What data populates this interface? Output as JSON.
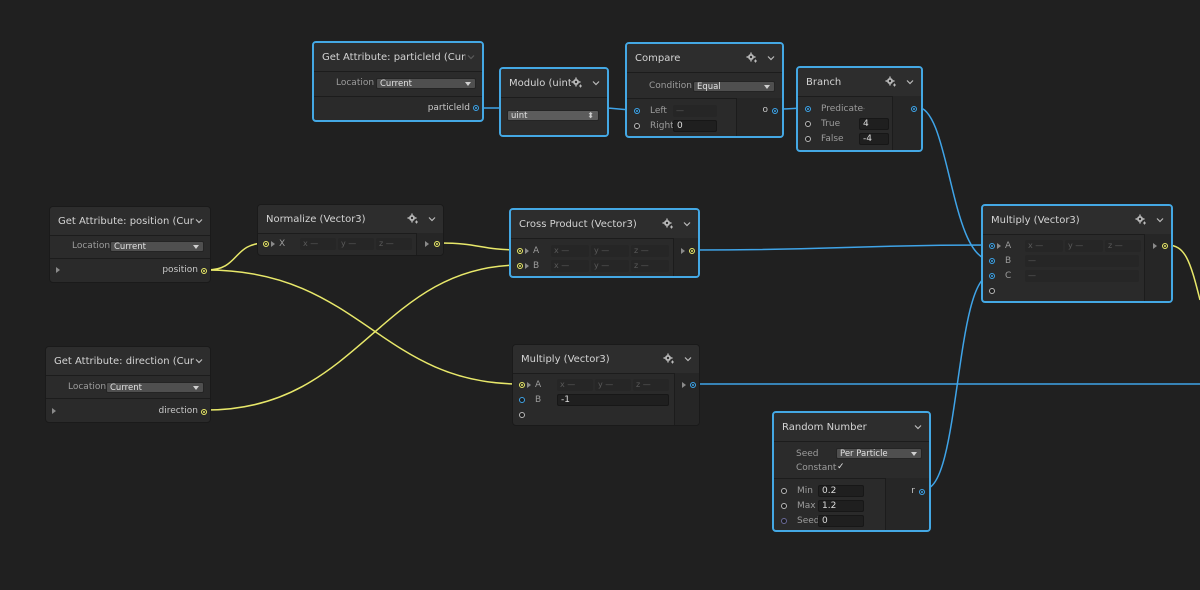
{
  "colors": {
    "background": "#202020",
    "selection": "#44a8e4",
    "vector3_wire": "#e8e86a",
    "float_wire": "#3fa4e8",
    "uint_wire": "#3fa4e8"
  },
  "icons": {
    "settings": "gear-icon",
    "collapse": "chevron-down-icon",
    "expand": "triangle-right-icon"
  },
  "nodes": {
    "get_particle_id": {
      "title": "Get Attribute: particleId (Current)",
      "location_label": "Location",
      "location_value": "Current",
      "output": "particleId"
    },
    "modulo": {
      "title": "Modulo (uint)",
      "type_value": "uint"
    },
    "compare": {
      "title": "Compare",
      "condition_label": "Condition",
      "condition_value": "Equal",
      "left_label": "Left",
      "left_value": "—",
      "right_label": "Right",
      "right_value": "0",
      "output": "o"
    },
    "branch": {
      "title": "Branch",
      "predicate_label": "Predicate",
      "predicate_value": "–",
      "true_label": "True",
      "true_value": "4",
      "false_label": "False",
      "false_value": "-4"
    },
    "get_position": {
      "title": "Get Attribute: position (Current)",
      "location_label": "Location",
      "location_value": "Current",
      "output": "position"
    },
    "normalize": {
      "title": "Normalize (Vector3)",
      "input": "X",
      "x": "x —",
      "y": "y —",
      "z": "z —"
    },
    "cross": {
      "title": "Cross Product (Vector3)",
      "a_label": "A",
      "b_label": "B",
      "x": "x —",
      "y": "y —",
      "z": "z —"
    },
    "multiply_right": {
      "title": "Multiply (Vector3)",
      "a_label": "A",
      "b_label": "B",
      "c_label": "C",
      "x": "x —",
      "y": "y —",
      "z": "z —",
      "b_value": "—",
      "c_value": "—"
    },
    "get_direction": {
      "title": "Get Attribute: direction (Current)",
      "location_label": "Location",
      "location_value": "Current",
      "output": "direction"
    },
    "multiply_mid": {
      "title": "Multiply (Vector3)",
      "a_label": "A",
      "b_label": "B",
      "b_value": "-1",
      "x": "x —",
      "y": "y —",
      "z": "z —"
    },
    "random": {
      "title": "Random Number",
      "seed_label": "Seed",
      "seed_mode": "Per Particle",
      "constant_label": "Constant",
      "min_label": "Min",
      "min_value": "0.2",
      "max_label": "Max",
      "max_value": "1.2",
      "seed2_label": "Seed",
      "seed2_value": "0",
      "output": "r"
    }
  }
}
